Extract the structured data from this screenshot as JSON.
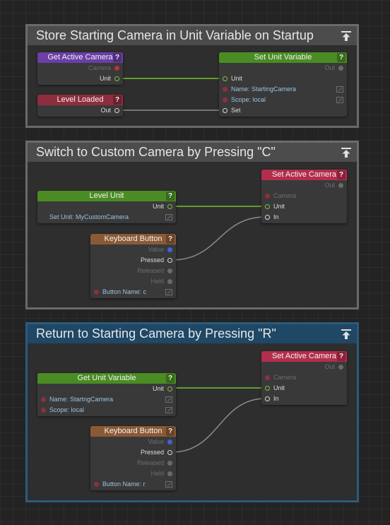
{
  "groups": [
    {
      "title": "Store Starting Camera in Unit Variable on Startup",
      "nodes": {
        "get_active_camera": {
          "title": "Get Active Camera",
          "help": "?",
          "camera": "Camera",
          "unit": "Unit"
        },
        "level_loaded": {
          "title": "Level Loaded",
          "help": "?",
          "out": "Out"
        },
        "set_unit_variable": {
          "title": "Set Unit Variable",
          "help": "?",
          "out": "Out",
          "unit": "Unit",
          "name": "Name: StartingCamera",
          "scope": "Scope: local",
          "set": "Set"
        }
      }
    },
    {
      "title": "Switch to Custom Camera by Pressing \"C\"",
      "nodes": {
        "level_unit": {
          "title": "Level Unit",
          "help": "?",
          "unit": "Unit",
          "set_unit": "Set Unit: MyCustomCamera"
        },
        "keyboard_button": {
          "title": "Keyboard Button",
          "help": "?",
          "value": "Value",
          "pressed": "Pressed",
          "released": "Released",
          "held": "Held",
          "button_name": "Button Name: c"
        },
        "set_active_camera": {
          "title": "Set Active Camera",
          "help": "?",
          "out": "Out",
          "camera": "Camera",
          "unit": "Unit",
          "in": "In"
        }
      }
    },
    {
      "title": "Return to Starting Camera by Pressing \"R\"",
      "nodes": {
        "get_unit_variable": {
          "title": "Get Unit Variable",
          "help": "?",
          "unit": "Unit",
          "name": "Name: StartngCamera",
          "scope": "Scope: local"
        },
        "keyboard_button": {
          "title": "Keyboard Button",
          "help": "?",
          "value": "Value",
          "pressed": "Pressed",
          "released": "Released",
          "held": "Held",
          "button_name": "Button Name: r"
        },
        "set_active_camera": {
          "title": "Set Active Camera",
          "help": "?",
          "out": "Out",
          "camera": "Camera",
          "unit": "Unit",
          "in": "In"
        }
      }
    }
  ],
  "icons": {
    "collapse": "collapse-group-icon",
    "edit": "edit-pencil-icon"
  },
  "colors": {
    "link_data": "#5f9f2c",
    "link_event": "#8c8c8c",
    "group_border": "#6a6a6a",
    "group_border_active": "#2b5b7c",
    "header_get_active_camera": "#6a3fa6",
    "header_event": "#8e2d3d",
    "header_unit_nodes": "#4a8c23",
    "header_set_active_camera": "#b32e4c",
    "header_keyboard": "#8a5a36"
  }
}
